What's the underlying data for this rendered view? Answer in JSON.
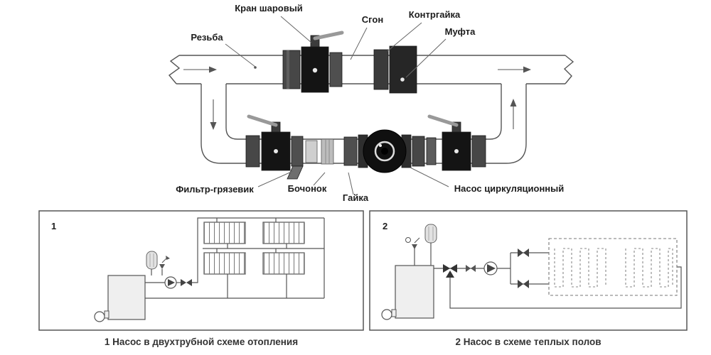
{
  "top_labels": {
    "kran": "Кран шаровый",
    "sgon": "Сгон",
    "kontrgaika": "Контргайка",
    "mufta": "Муфта",
    "rezba": "Резьба",
    "filtr": "Фильтр-грязевик",
    "bochonok": "Бочонок",
    "gaika": "Гайка",
    "nasos": "Насос циркуляционный"
  },
  "schemes": [
    {
      "number": "1",
      "caption": "1 Насос в двухтрубной схеме отопления"
    },
    {
      "number": "2",
      "caption": "2 Насос в схеме теплых полов"
    }
  ],
  "colors": {
    "line": "#555555",
    "valve_body": "#141414",
    "fitting_gray": "#474747",
    "handle_gray": "#999999",
    "label_ink": "#1c1c1c"
  }
}
